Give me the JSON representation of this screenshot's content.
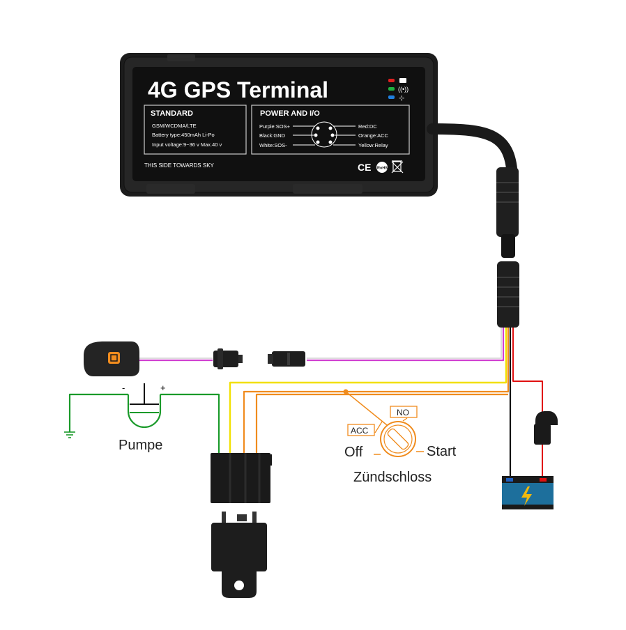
{
  "device": {
    "title": "4G GPS Terminal",
    "standard": {
      "heading": "STANDARD",
      "lines": [
        "GSM/WCDMA/LTE",
        "Battery type:450mAh Li-Po",
        "Input voltage:9~36 v Max.40 v"
      ]
    },
    "io": {
      "heading": "POWER AND I/O",
      "left": [
        "Purple:SOS+",
        "Black:GND",
        "White:SOS-"
      ],
      "right": [
        "Red:DC",
        "Orange:ACC",
        "Yellow:Relay"
      ]
    },
    "footer": "THIS SIDE TOWARDS SKY",
    "marks": {
      "ce": "CE",
      "rohs": "RoHS"
    },
    "leds": [
      "#e02020",
      "#20b040",
      "#2080e0"
    ]
  },
  "ignition": {
    "acc": "ACC",
    "no": "NO",
    "off": "Off",
    "start": "Start",
    "label": "Zündschloss"
  },
  "pump": {
    "label": "Pumpe",
    "minus": "-",
    "plus": "+"
  },
  "colors": {
    "purple": "#d040d0",
    "white": "#e6e6e6",
    "yellow": "#f2e000",
    "orange": "#f08c1e",
    "red": "#e01010",
    "black": "#111111",
    "green": "#1a9a2a",
    "battery": "#1d6f9c",
    "sos": "#f08c1e"
  }
}
